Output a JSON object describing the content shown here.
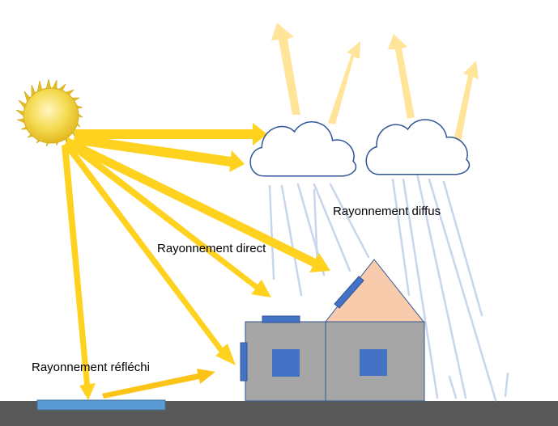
{
  "labels": {
    "direct": "Rayonnement direct",
    "diffus": "Rayonnement diffus",
    "reflechi": "Rayonnement réfléchi"
  },
  "icons": {
    "sun": "sun-icon",
    "cloud": "cloud-icon",
    "house": "house-icon",
    "solar_panel": "solar-panel-icon"
  },
  "colors": {
    "ray": "#ffd21f",
    "ray_reflected": "#fcc418",
    "ray_faded": "#ffe49a",
    "diffuse": "#c8d6ec",
    "cloud_stroke": "#2f5597",
    "house_wall": "#a6a6a6",
    "roof": "#f8cbad",
    "panel": "#4472c4",
    "ground": "#595959",
    "ground_panel": "#5b9bd5",
    "sun_core": "#f2d64b",
    "sun_rays": "#e8c020"
  }
}
